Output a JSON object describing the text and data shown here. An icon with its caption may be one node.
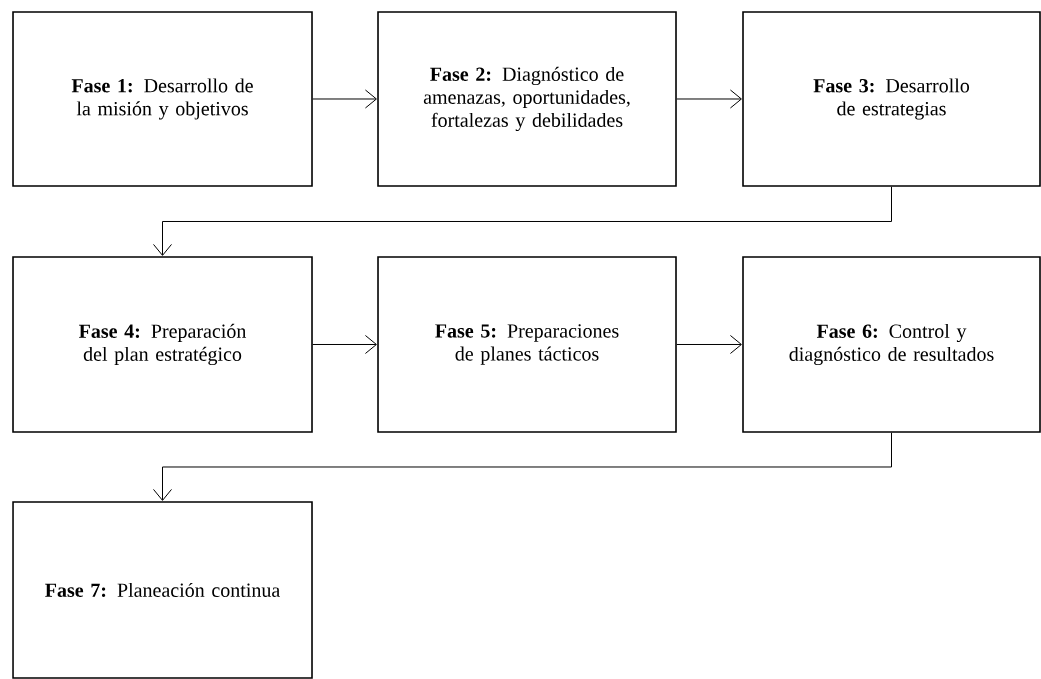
{
  "diagram": {
    "nodes": [
      {
        "text": [
          "**Fase 1:** Desarrollo de la misión y objetivos"
        ]
      },
      {
        "text": [
          "**Fase 2:** Diagnóstico de amenazas, oportunidades, fortalezas y debilidades"
        ]
      },
      {
        "text": [
          "**Fase 3:** Desarrollo de estrategias"
        ]
      },
      {
        "text": [
          "**Fase 4:** Preparación del plan estratégico"
        ]
      },
      {
        "text": [
          "**Fase 5:** Preparaciones de planes tácticos"
        ]
      },
      {
        "text": [
          "**Fase 6:** Control y diagnóstico de resultados"
        ]
      },
      {
        "text": [
          "**Fase 7:** Planeación continua"
        ]
      }
    ],
    "edges": [
      {
        "from": 0,
        "to": 1,
        "arrow": "to"
      },
      {
        "from": 1,
        "to": 2,
        "arrow": "to"
      },
      {
        "from": 2,
        "to": 3,
        "arrow": "to"
      },
      {
        "from": 3,
        "to": 4,
        "arrow": "to"
      },
      {
        "from": 4,
        "to": 5,
        "arrow": "to"
      },
      {
        "from": 5,
        "to": 6,
        "arrow": "to"
      }
    ]
  }
}
